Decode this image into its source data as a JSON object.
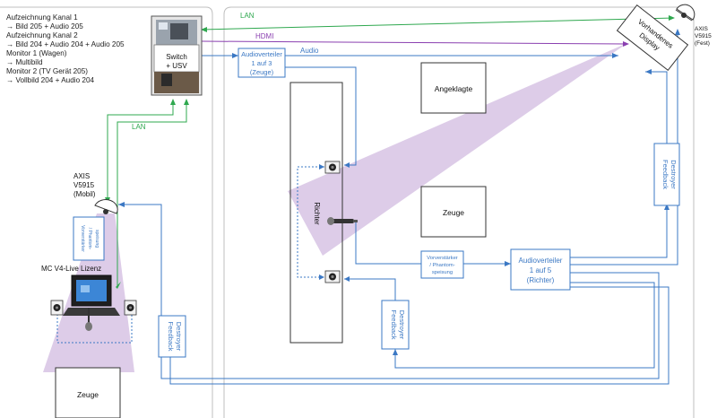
{
  "notes": {
    "lines": [
      "Aufzeichnung Kanal 1",
      "→ Bild 205 + Audio 205",
      "Aufzeichnung Kanal 2",
      "→ Bild 204 + Audio 204 + Audio 205",
      "Monitor 1 (Wagen)",
      "→ Multibild",
      "Monitor 2 (TV Gerät 205)",
      "→ Vollbild 204 + Audio 204"
    ]
  },
  "switch_box": {
    "line1": "Switch",
    "line2": "+ USV"
  },
  "connections": {
    "lan_top": "LAN",
    "lan_left": "LAN",
    "hdmi": "HDMI",
    "audio": "Audio"
  },
  "audioverteiler_zeuge": {
    "line1": "Audioverteiler",
    "line2": "1 auf 3",
    "line3": "(Zeuge)"
  },
  "audioverteiler_richter": {
    "line1": "Audioverteiler",
    "line2": "1 auf 5",
    "line3": "(Richter)"
  },
  "display": {
    "line1": "Vorhandenes",
    "line2": "Display"
  },
  "camera_fest": {
    "line1": "AXIS",
    "line2": "V5915",
    "line3": "(Fest)"
  },
  "camera_mobil": {
    "line1": "AXIS",
    "line2": "V5915",
    "line3": "(Mobil)"
  },
  "angeklagte": "Angeklagte",
  "zeuge_room": "Zeuge",
  "zeuge_left": "Zeuge",
  "richter": "Richter",
  "vorverstaerker_right": {
    "line1": "Vorverstärker",
    "line2": "/ Phantom-",
    "line3": "speisung"
  },
  "vorverstaerker_left": {
    "line1": "Vorverstärker",
    "line2": "/ Phantom-",
    "line3": "speisung"
  },
  "feedback_right": {
    "line1": "Feedback",
    "line2": "Destroyer"
  },
  "feedback_mid": {
    "line1": "Feedback",
    "line2": "Destroyer"
  },
  "feedback_left": {
    "line1": "Feedback",
    "line2": "Destroyer"
  },
  "mc_label": "MC V4-Live Lizenz",
  "colors": {
    "lan": "#2fa84f",
    "hdmi": "#8a3fb0",
    "audio": "#3b78c4",
    "cone": "#d9c6e6"
  }
}
